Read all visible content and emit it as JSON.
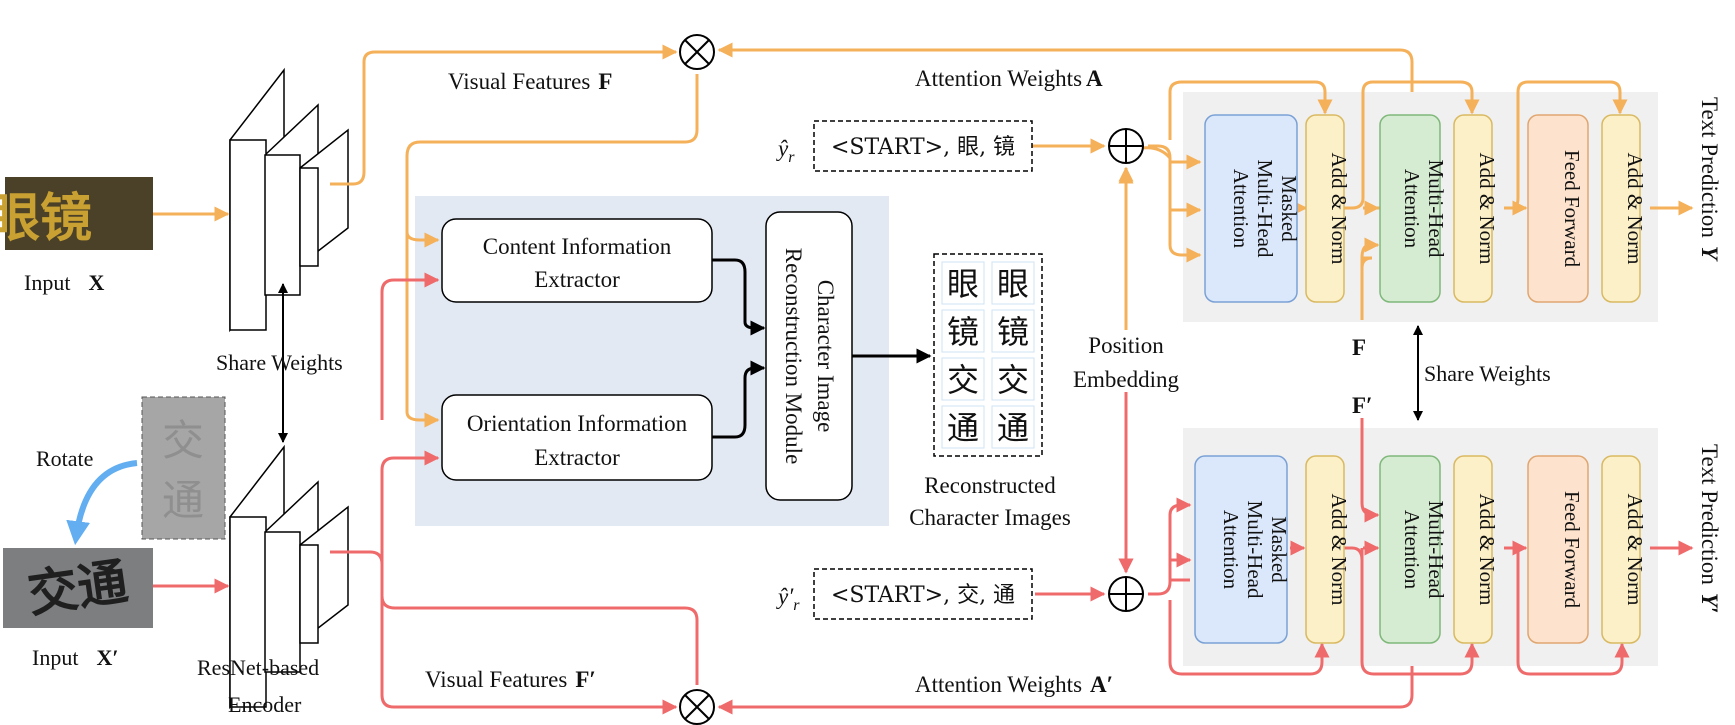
{
  "input_x": {
    "label": "Input",
    "symbol": "X",
    "chars": "眼镜"
  },
  "input_xp": {
    "label": "Input",
    "symbol": "X′",
    "chars": "交通"
  },
  "rotate": "Rotate",
  "share_weights": "Share Weights",
  "encoder": [
    "ResNet-based",
    "Encoder"
  ],
  "visual_features_top": {
    "text": "Visual Features",
    "symbol": "F"
  },
  "visual_features_bottom": {
    "text": "Visual Features",
    "symbol": "F′"
  },
  "attention_top": {
    "text": "Attention Weights",
    "symbol": "A"
  },
  "attention_bottom": {
    "text": "Attention Weights",
    "symbol": "A′"
  },
  "content_extractor": [
    "Content Information",
    "Extractor"
  ],
  "orientation_extractor": [
    "Orientation Information",
    "Extractor"
  ],
  "reconstruction_module": [
    "Character Image",
    "Reconstruction Module"
  ],
  "reconstructed": {
    "chars": [
      "眼",
      "眼",
      "镜",
      "镜",
      "交",
      "交",
      "通",
      "通"
    ],
    "caption": [
      "Reconstructed",
      "Character Images"
    ]
  },
  "yr": {
    "label": "ŷ",
    "sub": "r",
    "sequence": "<START>, 眼, 镜"
  },
  "yrp": {
    "label": "ŷ′",
    "sub": "r",
    "sequence": "<START>, 交, 通"
  },
  "position_embedding": [
    "Position",
    "Embedding"
  ],
  "decoder_blocks": {
    "masked": [
      "Masked",
      "Multi-Head",
      "Attention"
    ],
    "addnorm": "Add & Norm",
    "mha": [
      "Multi-Head",
      "Attention"
    ],
    "ff": "Feed Forward"
  },
  "f_label": "F",
  "fp_label": "F′",
  "share_weights_right": "Share Weights",
  "text_prediction_top": {
    "text": "Text Prediction",
    "symbol": "Y"
  },
  "text_prediction_bottom": {
    "text": "Text Prediction",
    "symbol": "Y′"
  },
  "colors": {
    "orange": "#f5b05a",
    "red": "#ef6b6b",
    "blue": "#62aef0",
    "panel": "#e3e9f2",
    "decoder_bg": "#f0f0f0"
  }
}
